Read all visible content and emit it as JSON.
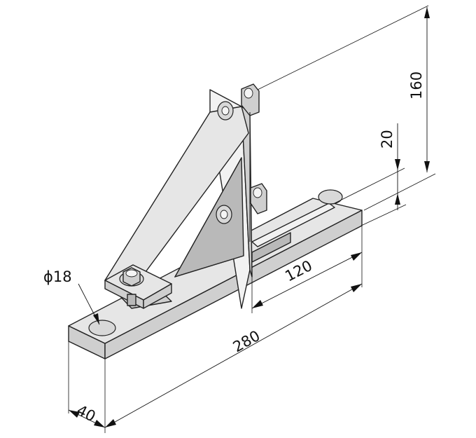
{
  "dimensions": {
    "diameter_label": "ϕ18",
    "height_total": "160",
    "height_small": "20",
    "length_short": "120",
    "length_total": "280",
    "width": "40"
  }
}
